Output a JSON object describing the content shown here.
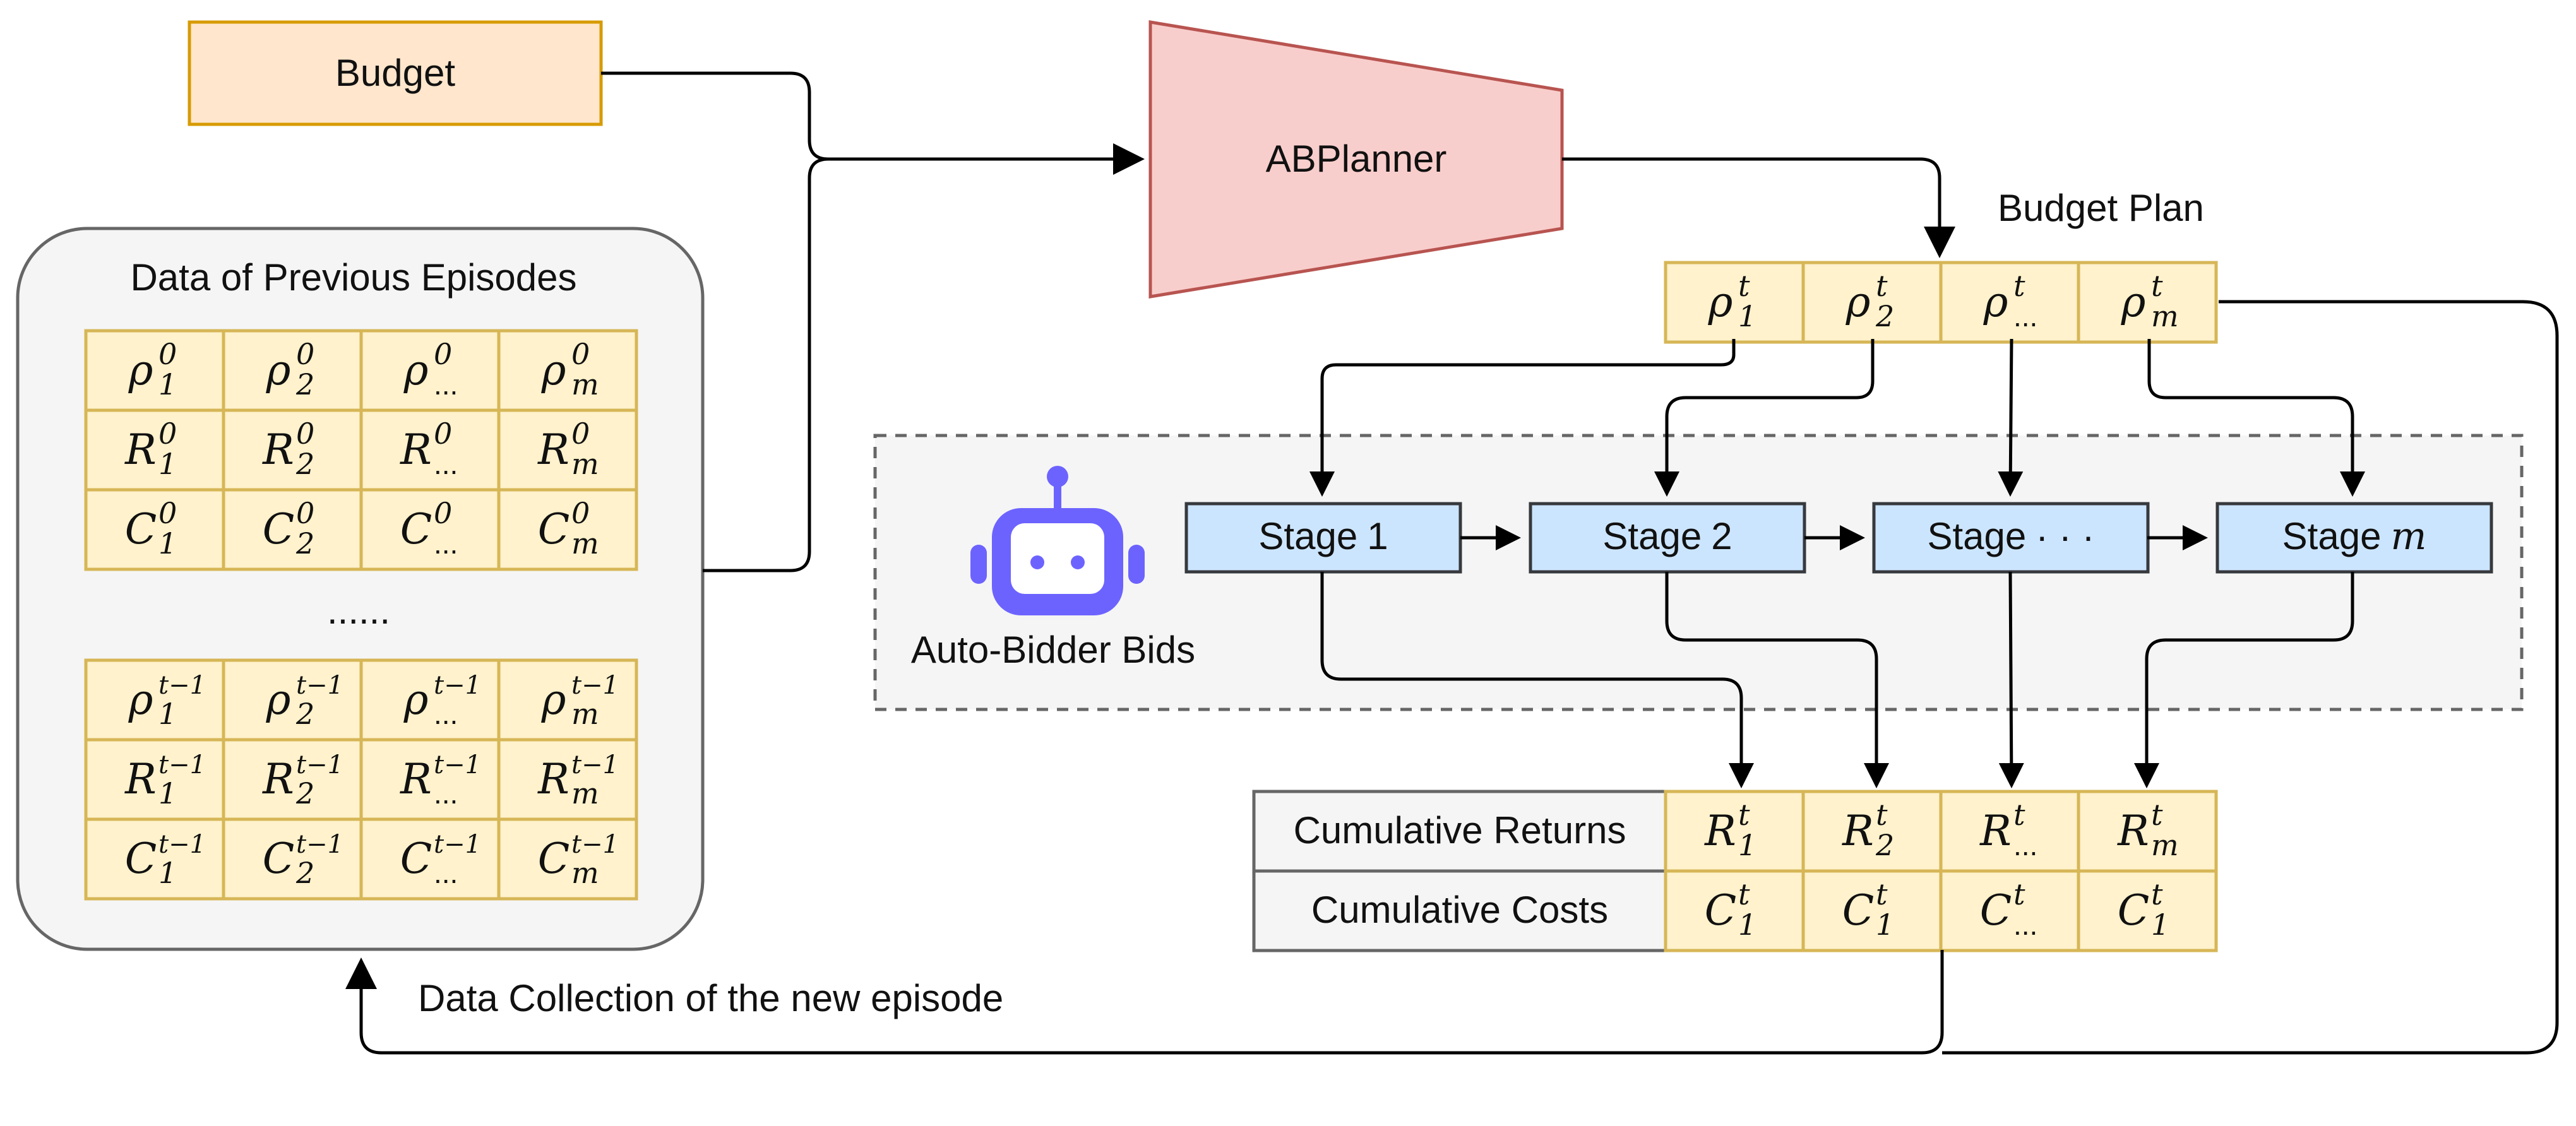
{
  "colors": {
    "budget_fill": "#ffe6cc",
    "budget_stroke": "#d79b00",
    "planner_fill": "#f8cecc",
    "planner_stroke": "#b85450",
    "cell_fill": "#fff2cc",
    "cell_stroke": "#d6b656",
    "stage_fill": "#cce5ff",
    "stage_stroke": "#36393d",
    "robot_icon": "#6c63ff",
    "panel_fill": "#f5f5f5",
    "panel_stroke": "#666666"
  },
  "budget": {
    "label": "Budget"
  },
  "planner": {
    "label": "ABPlanner"
  },
  "budget_plan": {
    "label": "Budget Plan",
    "cells": [
      {
        "base": "ρ",
        "sup": "t",
        "sub": "1"
      },
      {
        "base": "ρ",
        "sup": "t",
        "sub": "2"
      },
      {
        "base": "ρ",
        "sup": "t",
        "sub": "..."
      },
      {
        "base": "ρ",
        "sup": "t",
        "sub": "m"
      }
    ]
  },
  "previous_episodes": {
    "title": "Data of Previous Episodes",
    "ellipsis": "......",
    "tables": [
      [
        [
          {
            "base": "ρ",
            "sup": "0",
            "sub": "1"
          },
          {
            "base": "ρ",
            "sup": "0",
            "sub": "2"
          },
          {
            "base": "ρ",
            "sup": "0",
            "sub": "..."
          },
          {
            "base": "ρ",
            "sup": "0",
            "sub": "m"
          }
        ],
        [
          {
            "base": "R",
            "sup": "0",
            "sub": "1"
          },
          {
            "base": "R",
            "sup": "0",
            "sub": "2"
          },
          {
            "base": "R",
            "sup": "0",
            "sub": "..."
          },
          {
            "base": "R",
            "sup": "0",
            "sub": "m"
          }
        ],
        [
          {
            "base": "C",
            "sup": "0",
            "sub": "1"
          },
          {
            "base": "C",
            "sup": "0",
            "sub": "2"
          },
          {
            "base": "C",
            "sup": "0",
            "sub": "..."
          },
          {
            "base": "C",
            "sup": "0",
            "sub": "m"
          }
        ]
      ],
      [
        [
          {
            "base": "ρ",
            "sup": "t−1",
            "sub": "1"
          },
          {
            "base": "ρ",
            "sup": "t−1",
            "sub": "2"
          },
          {
            "base": "ρ",
            "sup": "t−1",
            "sub": "..."
          },
          {
            "base": "ρ",
            "sup": "t−1",
            "sub": "m"
          }
        ],
        [
          {
            "base": "R",
            "sup": "t−1",
            "sub": "1"
          },
          {
            "base": "R",
            "sup": "t−1",
            "sub": "2"
          },
          {
            "base": "R",
            "sup": "t−1",
            "sub": "..."
          },
          {
            "base": "R",
            "sup": "t−1",
            "sub": "m"
          }
        ],
        [
          {
            "base": "C",
            "sup": "t−1",
            "sub": "1"
          },
          {
            "base": "C",
            "sup": "t−1",
            "sub": "2"
          },
          {
            "base": "C",
            "sup": "t−1",
            "sub": "..."
          },
          {
            "base": "C",
            "sup": "t−1",
            "sub": "m"
          }
        ]
      ]
    ]
  },
  "auto_bidder": {
    "label": "Auto-Bidder Bids",
    "icon": "robot-icon",
    "stages": [
      {
        "word": "Stage",
        "index": "1"
      },
      {
        "word": "Stage",
        "index": "2"
      },
      {
        "word": "Stage",
        "index": "· · ·"
      },
      {
        "word": "Stage",
        "index": "m"
      }
    ]
  },
  "cumulative": {
    "rows": [
      {
        "label": "Cumulative Returns",
        "cells": [
          {
            "base": "R",
            "sup": "t",
            "sub": "1"
          },
          {
            "base": "R",
            "sup": "t",
            "sub": "2"
          },
          {
            "base": "R",
            "sup": "t",
            "sub": "..."
          },
          {
            "base": "R",
            "sup": "t",
            "sub": "m"
          }
        ]
      },
      {
        "label": "Cumulative Costs",
        "cells": [
          {
            "base": "C",
            "sup": "t",
            "sub": "1"
          },
          {
            "base": "C",
            "sup": "t",
            "sub": "1"
          },
          {
            "base": "C",
            "sup": "t",
            "sub": "..."
          },
          {
            "base": "C",
            "sup": "t",
            "sub": "1"
          }
        ]
      }
    ]
  },
  "data_collection": {
    "label": "Data Collection of the new episode"
  }
}
